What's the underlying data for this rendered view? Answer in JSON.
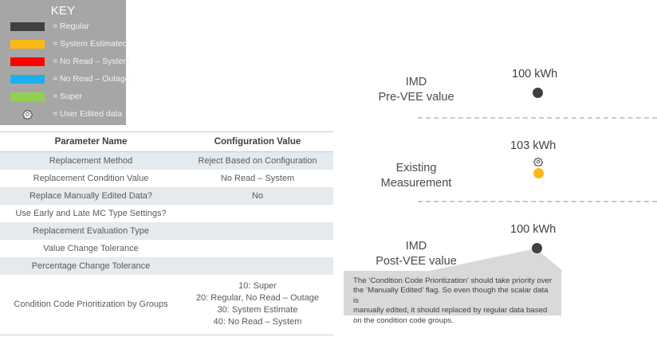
{
  "key": {
    "title": "KEY",
    "items": [
      {
        "icon": "swatch-dark-gray",
        "color": "#404040",
        "label": "= Regular"
      },
      {
        "icon": "swatch-amber",
        "color": "#fdb913",
        "label": "= System Estimated"
      },
      {
        "icon": "swatch-red",
        "color": "#fe0000",
        "label": "= No Read – System"
      },
      {
        "icon": "swatch-blue",
        "color": "#1cafee",
        "label": "= No Read – Outage"
      },
      {
        "icon": "swatch-green",
        "color": "#92d050",
        "label": "= Super"
      },
      {
        "icon": "gear-icon",
        "color": "#ffffff",
        "label": "= User Edited data"
      }
    ]
  },
  "table": {
    "headers": [
      "Parameter Name",
      "Configuration Value"
    ],
    "rows": [
      {
        "param": "Replacement Method",
        "value": "Reject Based on Configuration"
      },
      {
        "param": "Replacement Condition Value",
        "value": "No Read – System"
      },
      {
        "param": "Replace Manually Edited Data?",
        "value": "No"
      },
      {
        "param": "Use Early and Late MC Type Settings?",
        "value": ""
      },
      {
        "param": "Replacement Evaluation Type",
        "value": ""
      },
      {
        "param": "Value Change Tolerance",
        "value": ""
      },
      {
        "param": "Percentage Change Tolerance",
        "value": ""
      },
      {
        "param": "Condition Code Prioritization by Groups",
        "value": "10: Super\n20: Regular, No Read – Outage\n30: System Estimate\n40: No Read – System"
      }
    ]
  },
  "diagram": {
    "stages": [
      {
        "name": "pre-vee",
        "label": "IMD\nPre-VEE value",
        "value": "100 kWh",
        "dot_color": "#404040",
        "edited": false
      },
      {
        "name": "existing",
        "label": "Existing\nMeasurement",
        "value": "103 kWh",
        "dot_color": "#fdb913",
        "edited": true
      },
      {
        "name": "post-vee",
        "label": "IMD\nPost-VEE value",
        "value": "100 kWh",
        "dot_color": "#404040",
        "edited": false
      }
    ],
    "callout": "The ‘Condition Code Prioritization’ should take priority over\nthe ‘Manually Edited’ flag.  So even though the scalar data is\nmanually edited, it should replaced by regular data based\non the condition code groups."
  },
  "colors": {
    "key_background": "#a6a6a6",
    "table_shade": "#e4eaed",
    "table_border": "#bdd0da",
    "callout_background": "#d9d9d9",
    "dash_line": "#c9c9c9"
  }
}
